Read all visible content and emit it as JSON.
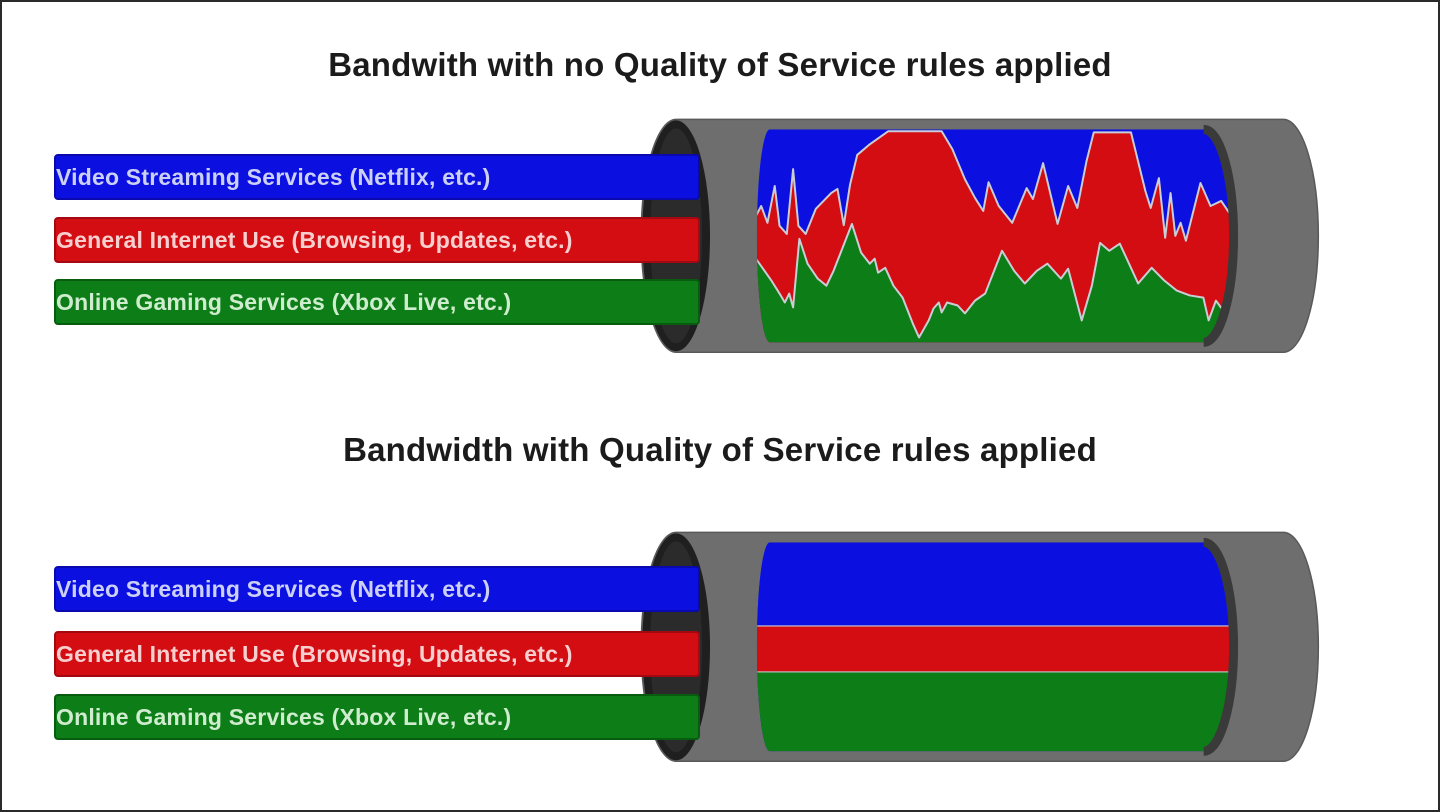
{
  "colors": {
    "blue": "#0b10e1",
    "blue_border": "#0909ad",
    "blue_text": "#ccd0f7",
    "red": "#d40d13",
    "red_border": "#a30910",
    "red_text": "#f7cfcf",
    "green": "#0d7d17",
    "green_border": "#085c10",
    "green_text": "#cfeccf",
    "pipe_gray": "#6e6e6e",
    "pipe_edge": "#595959",
    "opening_ring": "#1f1f1f",
    "opening_inner": "#2b2b2b",
    "crescent": "#3a3a3a",
    "divider": "#c9ced6",
    "title_text": "#1b1b1b",
    "background": "#ffffff",
    "frame": "#2a2a2a"
  },
  "sections": [
    {
      "id": "no-qos",
      "title": "Bandwith with no Quality of Service rules applied",
      "labels": [
        {
          "id": "video-streaming",
          "text": "Video Streaming Services (Netflix, etc.)",
          "color_key": "blue"
        },
        {
          "id": "general-internet",
          "text": "General Internet Use (Browsing, Updates, etc.)",
          "color_key": "red"
        },
        {
          "id": "online-gaming",
          "text": "Online Gaming Services (Xbox Live, etc.)",
          "color_key": "green"
        }
      ],
      "flow": {
        "type": "stream-area",
        "description": "Chaotic, fluctuating bandwidth shares inside the pipe; blue fills the top, red boundary and green boundary jitter across the pipe",
        "red_top_boundary": [
          [
            0,
            40.7
          ],
          [
            1.1,
            36.0
          ],
          [
            2.4,
            43.9
          ],
          [
            3.9,
            26.6
          ],
          [
            4.9,
            45.3
          ],
          [
            6.4,
            49.1
          ],
          [
            7.7,
            18.7
          ],
          [
            8.8,
            45.3
          ],
          [
            10.3,
            49.1
          ],
          [
            12.4,
            37.4
          ],
          [
            15.6,
            29.9
          ],
          [
            16.9,
            28.0
          ],
          [
            18.2,
            45.0
          ],
          [
            19.5,
            26.0
          ],
          [
            21.0,
            12.0
          ],
          [
            23.6,
            7.0
          ],
          [
            27.4,
            0.9
          ],
          [
            38.5,
            0.9
          ],
          [
            40.7,
            9.3
          ],
          [
            43.3,
            23.4
          ],
          [
            45.4,
            32.2
          ],
          [
            47.1,
            38.3
          ],
          [
            48.2,
            24.8
          ],
          [
            50.3,
            36.0
          ],
          [
            53.1,
            43.9
          ],
          [
            56.1,
            27.6
          ],
          [
            57.4,
            32.7
          ],
          [
            59.5,
            15.9
          ],
          [
            62.5,
            44.4
          ],
          [
            64.7,
            26.6
          ],
          [
            66.6,
            36.9
          ],
          [
            68.5,
            15.0
          ],
          [
            70.0,
            1.4
          ],
          [
            77.7,
            1.4
          ],
          [
            80.7,
            29.0
          ],
          [
            81.8,
            36.9
          ],
          [
            83.5,
            22.9
          ],
          [
            84.8,
            50.9
          ],
          [
            85.9,
            29.9
          ],
          [
            86.9,
            50.0
          ],
          [
            88.0,
            43.9
          ],
          [
            89.1,
            52.3
          ],
          [
            92.1,
            25.2
          ],
          [
            94.2,
            36.0
          ],
          [
            96.4,
            33.6
          ],
          [
            98.1,
            39.3
          ],
          [
            100,
            39.7
          ]
        ],
        "green_top_boundary": [
          [
            0,
            60.7
          ],
          [
            3.2,
            71.0
          ],
          [
            4.9,
            77.1
          ],
          [
            6.0,
            81.3
          ],
          [
            6.9,
            77.1
          ],
          [
            7.7,
            83.6
          ],
          [
            9.0,
            51.4
          ],
          [
            10.7,
            63.1
          ],
          [
            12.8,
            70.1
          ],
          [
            14.6,
            73.4
          ],
          [
            16.1,
            66.4
          ],
          [
            19.9,
            44.4
          ],
          [
            21.8,
            57.9
          ],
          [
            23.6,
            63.1
          ],
          [
            24.6,
            60.7
          ],
          [
            25.3,
            67.3
          ],
          [
            26.8,
            65.0
          ],
          [
            28.5,
            73.4
          ],
          [
            30.4,
            79.0
          ],
          [
            32.5,
            91.1
          ],
          [
            33.8,
            97.7
          ],
          [
            35.8,
            89.7
          ],
          [
            36.8,
            84.1
          ],
          [
            37.9,
            81.3
          ],
          [
            38.5,
            86.0
          ],
          [
            39.6,
            81.3
          ],
          [
            41.8,
            82.7
          ],
          [
            43.3,
            86.4
          ],
          [
            45.4,
            80.4
          ],
          [
            47.5,
            77.1
          ],
          [
            51.0,
            57.0
          ],
          [
            53.5,
            66.4
          ],
          [
            55.7,
            72.4
          ],
          [
            58.2,
            66.4
          ],
          [
            60.4,
            63.1
          ],
          [
            63.2,
            70.1
          ],
          [
            64.7,
            65.4
          ],
          [
            67.5,
            89.7
          ],
          [
            69.6,
            73.4
          ],
          [
            71.3,
            53.3
          ],
          [
            73.2,
            57.0
          ],
          [
            75.4,
            53.7
          ],
          [
            77.5,
            64.0
          ],
          [
            79.2,
            72.4
          ],
          [
            82.0,
            65.0
          ],
          [
            84.6,
            71.0
          ],
          [
            87.2,
            75.7
          ],
          [
            89.9,
            78.0
          ],
          [
            92.7,
            79.0
          ],
          [
            93.8,
            89.7
          ],
          [
            95.3,
            80.4
          ],
          [
            96.8,
            85.0
          ],
          [
            98.1,
            83.6
          ],
          [
            100,
            85.0
          ]
        ]
      }
    },
    {
      "id": "qos",
      "title": "Bandwidth with Quality of Service rules applied",
      "labels": [
        {
          "id": "video-streaming",
          "text": "Video Streaming Services (Netflix, etc.)",
          "color_key": "blue"
        },
        {
          "id": "general-internet",
          "text": "General Internet Use (Browsing, Updates, etc.)",
          "color_key": "red"
        },
        {
          "id": "online-gaming",
          "text": "Online Gaming Services (Xbox Live, etc.)",
          "color_key": "green"
        }
      ],
      "flow": {
        "type": "bands",
        "description": "Evenly partitioned bandwidth bands inside the pipe",
        "allocation": [
          {
            "service": "Video Streaming Services",
            "color_key": "blue",
            "fraction": 0.4
          },
          {
            "service": "General Internet Use",
            "color_key": "red",
            "fraction": 0.22
          },
          {
            "service": "Online Gaming Services",
            "color_key": "green",
            "fraction": 0.38
          }
        ]
      }
    }
  ]
}
